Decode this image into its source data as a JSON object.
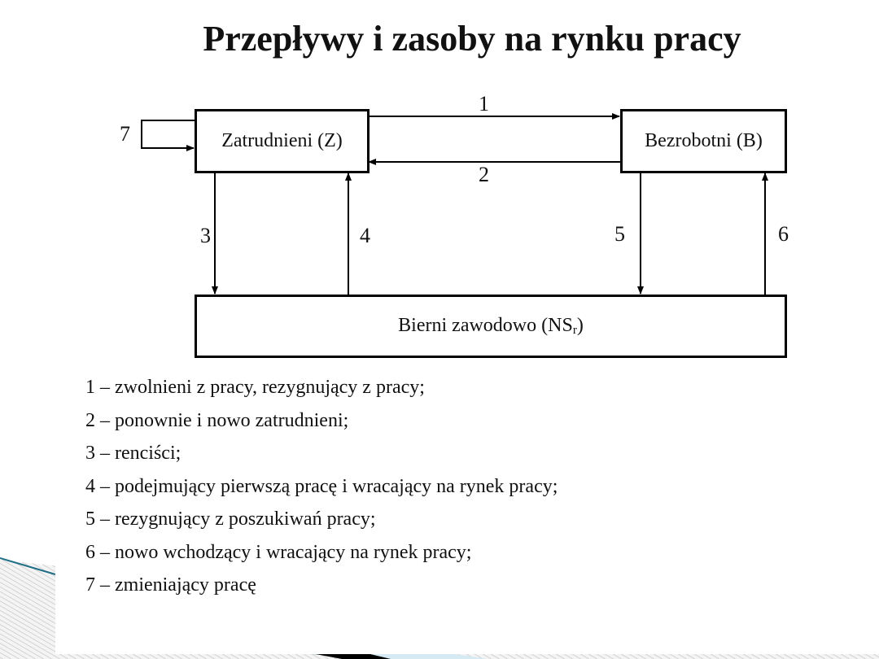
{
  "title": "Przepływy i zasoby na rynku pracy",
  "diagram": {
    "nodes": {
      "employed": "Zatrudnieni (Z)",
      "unemployed": "Bezrobotni (B)",
      "inactive_main": "Bierni zawodowo (NS",
      "inactive_sub": "r",
      "inactive_close": ")"
    },
    "flow_labels": {
      "f1": "1",
      "f2": "2",
      "f3": "3",
      "f4": "4",
      "f5": "5",
      "f6": "6",
      "f7": "7"
    },
    "edges": [
      {
        "id": "1",
        "from": "Zatrudnieni (Z)",
        "to": "Bezrobotni (B)"
      },
      {
        "id": "2",
        "from": "Bezrobotni (B)",
        "to": "Zatrudnieni (Z)"
      },
      {
        "id": "3",
        "from": "Zatrudnieni (Z)",
        "to": "Bierni zawodowo (NSr)"
      },
      {
        "id": "4",
        "from": "Bierni zawodowo (NSr)",
        "to": "Zatrudnieni (Z)"
      },
      {
        "id": "5",
        "from": "Bezrobotni (B)",
        "to": "Bierni zawodowo (NSr)"
      },
      {
        "id": "6",
        "from": "Bierni zawodowo (NSr)",
        "to": "Bezrobotni (B)"
      },
      {
        "id": "7",
        "from": "Zatrudnieni (Z)",
        "to": "Zatrudnieni (Z)"
      }
    ]
  },
  "legend": [
    "1 – zwolnieni z pracy, rezygnujący z pracy;",
    "2 – ponownie i nowo zatrudnieni;",
    "3 – renciści;",
    "4 – podejmujący pierwszą pracę i wracający na rynek pracy;",
    "5 – rezygnujący z poszukiwań pracy;",
    "6 – nowo wchodzący i wracający na rynek pracy;",
    "7 – zmieniający pracę"
  ],
  "colors": {
    "deco_teal": "#1f6f86",
    "deco_light_blue": "#d6eaf3",
    "deco_hatch": "#c8c8c8"
  }
}
